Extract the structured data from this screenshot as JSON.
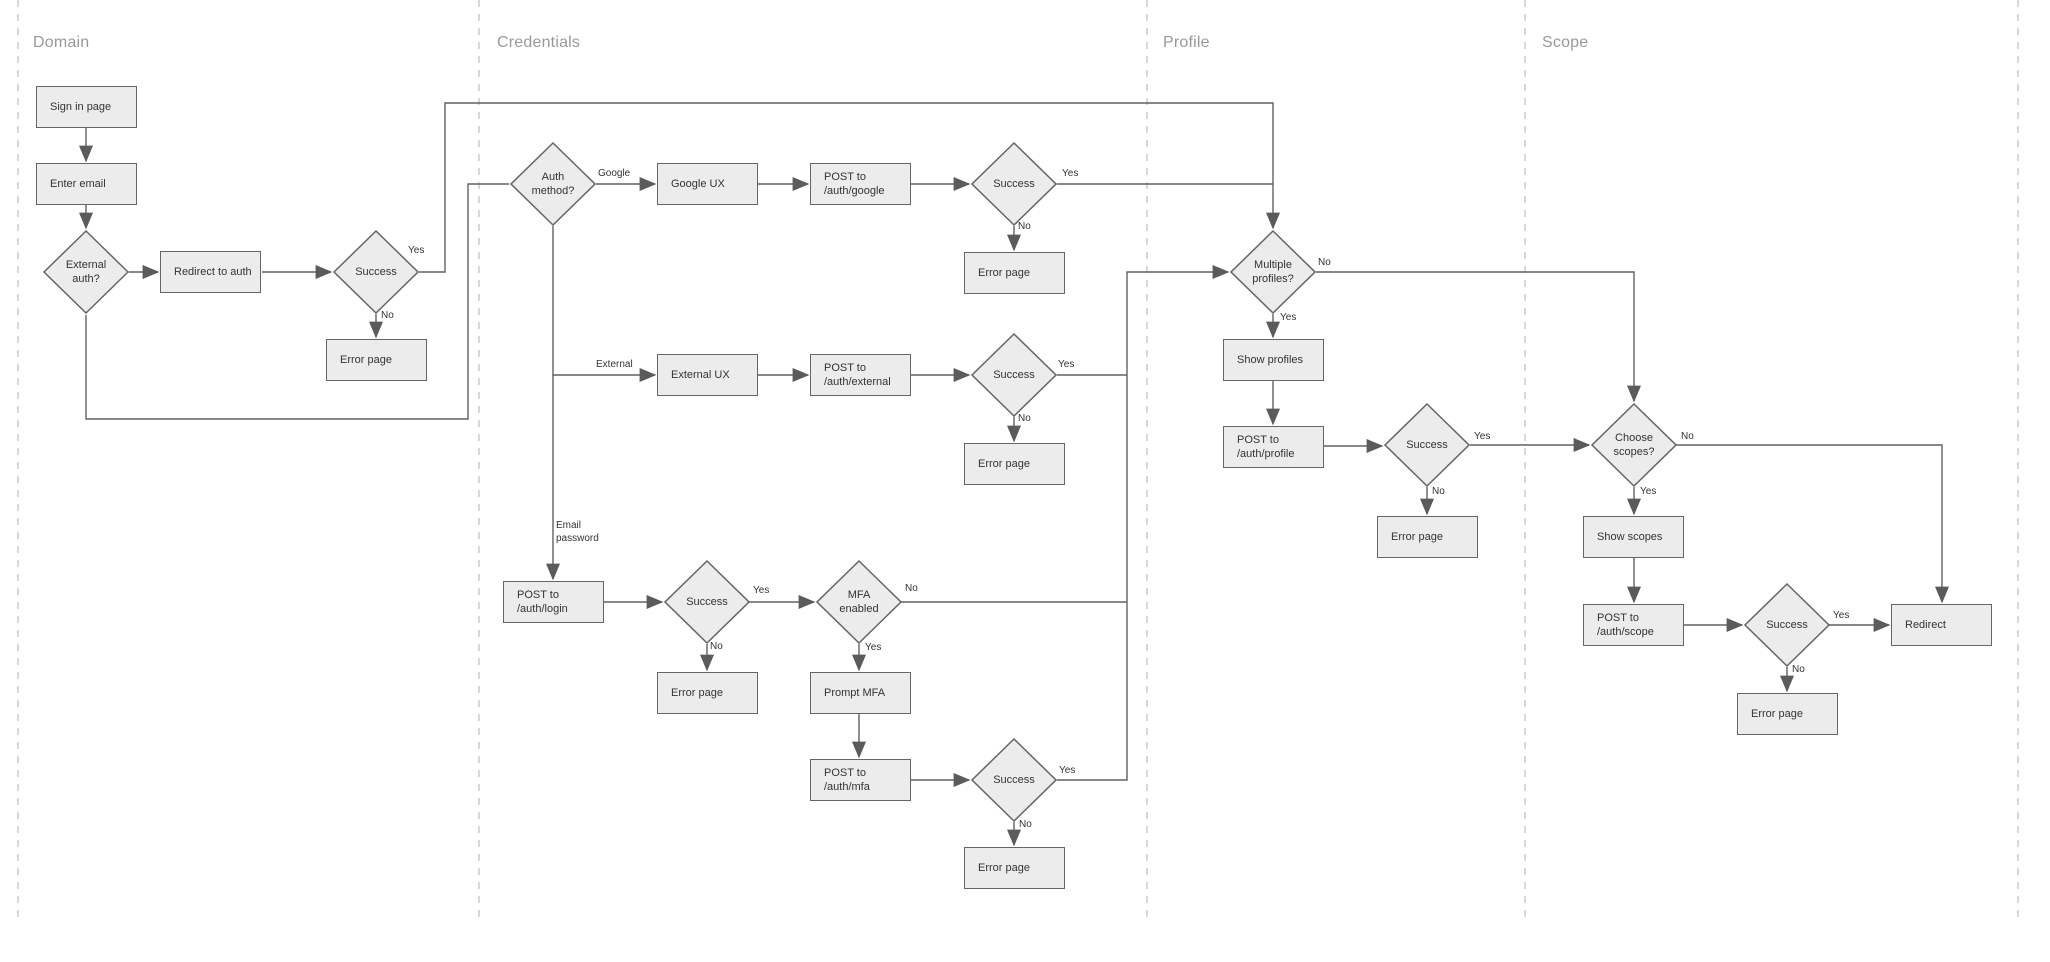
{
  "lanes": [
    {
      "label": "Domain"
    },
    {
      "label": "Credentials"
    },
    {
      "label": "Profile"
    },
    {
      "label": "Scope"
    }
  ],
  "nodes": {
    "sign_in_page": "Sign in page",
    "enter_email": "Enter email",
    "external_auth": "External\nauth?",
    "redirect_to_auth": "Redirect to auth",
    "success_domain": "Success",
    "error_domain": "Error page",
    "auth_method": "Auth\nmethod?",
    "google_ux": "Google UX",
    "post_google": "POST to\n/auth/google",
    "success_google": "Success",
    "error_google": "Error page",
    "external_ux": "External UX",
    "post_external": "POST to\n/auth/external",
    "success_external": "Success",
    "error_external": "Error page",
    "post_login": "POST to\n/auth/login",
    "success_login": "Success",
    "error_login": "Error page",
    "mfa_enabled": "MFA\nenabled",
    "prompt_mfa": "Prompt MFA",
    "post_mfa": "POST to\n/auth/mfa",
    "success_mfa": "Success",
    "error_mfa": "Error page",
    "multiple_profiles": "Multiple\nprofiles?",
    "show_profiles": "Show profiles",
    "post_profile": "POST to\n/auth/profile",
    "success_profile": "Success",
    "error_profile": "Error page",
    "choose_scopes": "Choose\nscopes?",
    "show_scopes": "Show scopes",
    "post_scope": "POST to\n/auth/scope",
    "success_scope": "Success",
    "error_scope": "Error page",
    "redirect": "Redirect"
  },
  "edge_labels": {
    "domain_success_yes": "Yes",
    "domain_success_no": "No",
    "auth_google": "Google",
    "google_success_yes": "Yes",
    "google_success_no": "No",
    "auth_external": "External",
    "external_success_yes": "Yes",
    "external_success_no": "No",
    "auth_email_password": "Email\npassword",
    "login_success_yes": "Yes",
    "login_success_no": "No",
    "mfa_enabled_no": "No",
    "mfa_enabled_yes": "Yes",
    "mfa_success_yes": "Yes",
    "mfa_success_no": "No",
    "multiple_profiles_no": "No",
    "multiple_profiles_yes": "Yes",
    "profile_success_yes": "Yes",
    "profile_success_no": "No",
    "choose_scopes_no": "No",
    "choose_scopes_yes": "Yes",
    "scope_success_yes": "Yes",
    "scope_success_no": "No"
  },
  "colors": {
    "node_fill": "#ececec",
    "node_border": "#666666",
    "edge_line": "#616161",
    "arrowhead": "#5b5b5b",
    "lane_label": "#999999",
    "lane_dashed_line": "#cccccc",
    "node_text": "#333333"
  }
}
